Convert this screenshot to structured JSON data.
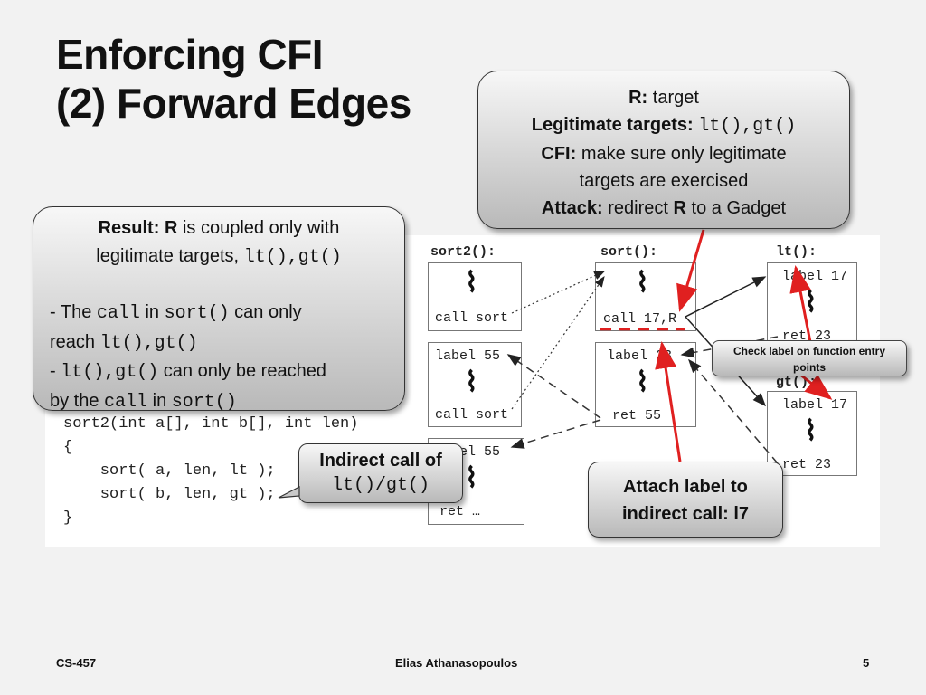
{
  "title": {
    "line1": "Enforcing CFI",
    "line2": "(2) Forward Edges"
  },
  "callout_r": {
    "l1_bold": "R:",
    "l1_rest": " target",
    "l2_bold": "Legitimate targets:",
    "l2_code": "lt(),gt()",
    "l3_bold": "CFI:",
    "l3_rest": " make sure only legitimate",
    "l4": "targets are exercised",
    "l5_bold": "Attack:",
    "l5_mid": " redirect ",
    "l5_r": "R",
    "l5_end": " to a Gadget"
  },
  "callout_result": {
    "l1_bold": "Result:",
    "l1_r": "R",
    "l1_rest": " is coupled only with",
    "l2_text": "legitimate targets, ",
    "l2_code": "lt(),gt()",
    "l3_a": "- The ",
    "l3_call": "call",
    "l3_b": " in ",
    "l3_sort": "sort()",
    "l3_c": " can only",
    "l4_a": "reach ",
    "l4_code": "lt(),gt()",
    "l5_a": "- ",
    "l5_code": "lt(),gt()",
    "l5_b": " can only be reached",
    "l6_a": "by the ",
    "l6_call": "call",
    "l6_b": " in ",
    "l6_sort": "sort()"
  },
  "callout_indirect": {
    "l1": "Indirect call of",
    "l2": "lt()/gt()"
  },
  "callout_attach": {
    "l1": "Attach label to",
    "l2": "indirect call: l7"
  },
  "callout_check": {
    "text": "Check label on function entry points"
  },
  "code": {
    "l1": "sort2(int a[], int b[], int len)",
    "l2": "{",
    "l3": "    sort( a, len, lt );",
    "l4": "    sort( b, len, gt );",
    "l5": "}"
  },
  "diagram": {
    "sort2_header": "sort2():",
    "sort_header": "sort():",
    "lt_header": "lt():",
    "gt_header": "gt():",
    "squiggle": "⌇",
    "sort2_box1": "call sort",
    "sort2_box2_top": "label 55",
    "sort2_box2_bottom": "call sort",
    "sort2_box3_top": "label 55",
    "sort2_box3_bottom": "ret …",
    "sort_box1": "call 17,R",
    "sort_box2_top": "label 23",
    "sort_box2_bottom": "ret 55",
    "lt_top": "label 17",
    "lt_bottom": "ret 23",
    "gt_top": "label 17",
    "gt_bottom": "ret 23"
  },
  "footer": {
    "left": "CS-457",
    "center": "Elias Athanasopoulos",
    "right": "5"
  },
  "colors": {
    "accent_red": "#e02020",
    "box_border": "#777777"
  }
}
